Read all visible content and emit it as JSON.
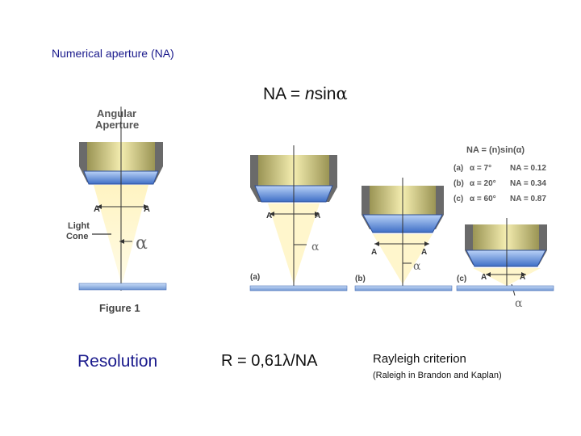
{
  "header": {
    "title": "Numerical aperture (NA)",
    "formula": "NA = nsinα"
  },
  "figure1": {
    "heading_line1": "Angular",
    "heading_line2": "Aperture",
    "label_a_left": "A",
    "label_a_right": "A",
    "light_cone_line1": "Light",
    "light_cone_line2": "Cone",
    "alpha": "α",
    "caption": "Figure 1"
  },
  "figure2": {
    "legend_formula": "NA = (n)sin(α)",
    "rows": [
      {
        "tag": "(a)",
        "alpha": "α = 7°",
        "na": "NA = 0.12"
      },
      {
        "tag": "(b)",
        "alpha": "α = 20°",
        "na": "NA = 0.34"
      },
      {
        "tag": "(c)",
        "alpha": "α = 60°",
        "na": "NA = 0.87"
      }
    ],
    "panel_a": {
      "label": "(a)",
      "left": "A",
      "right": "A",
      "alpha": "α"
    },
    "panel_b": {
      "label": "(b)",
      "left": "A",
      "right": "A",
      "alpha": "α"
    },
    "panel_c": {
      "label": "(c)",
      "left": "A",
      "right": "A",
      "alpha": "α"
    }
  },
  "footer": {
    "resolution": "Resolution",
    "r_formula": "R = 0,61λ/NA",
    "rayleigh": "Rayleigh criterion",
    "rayleigh_note": "(Raleigh in Brandon and Kaplan)"
  }
}
